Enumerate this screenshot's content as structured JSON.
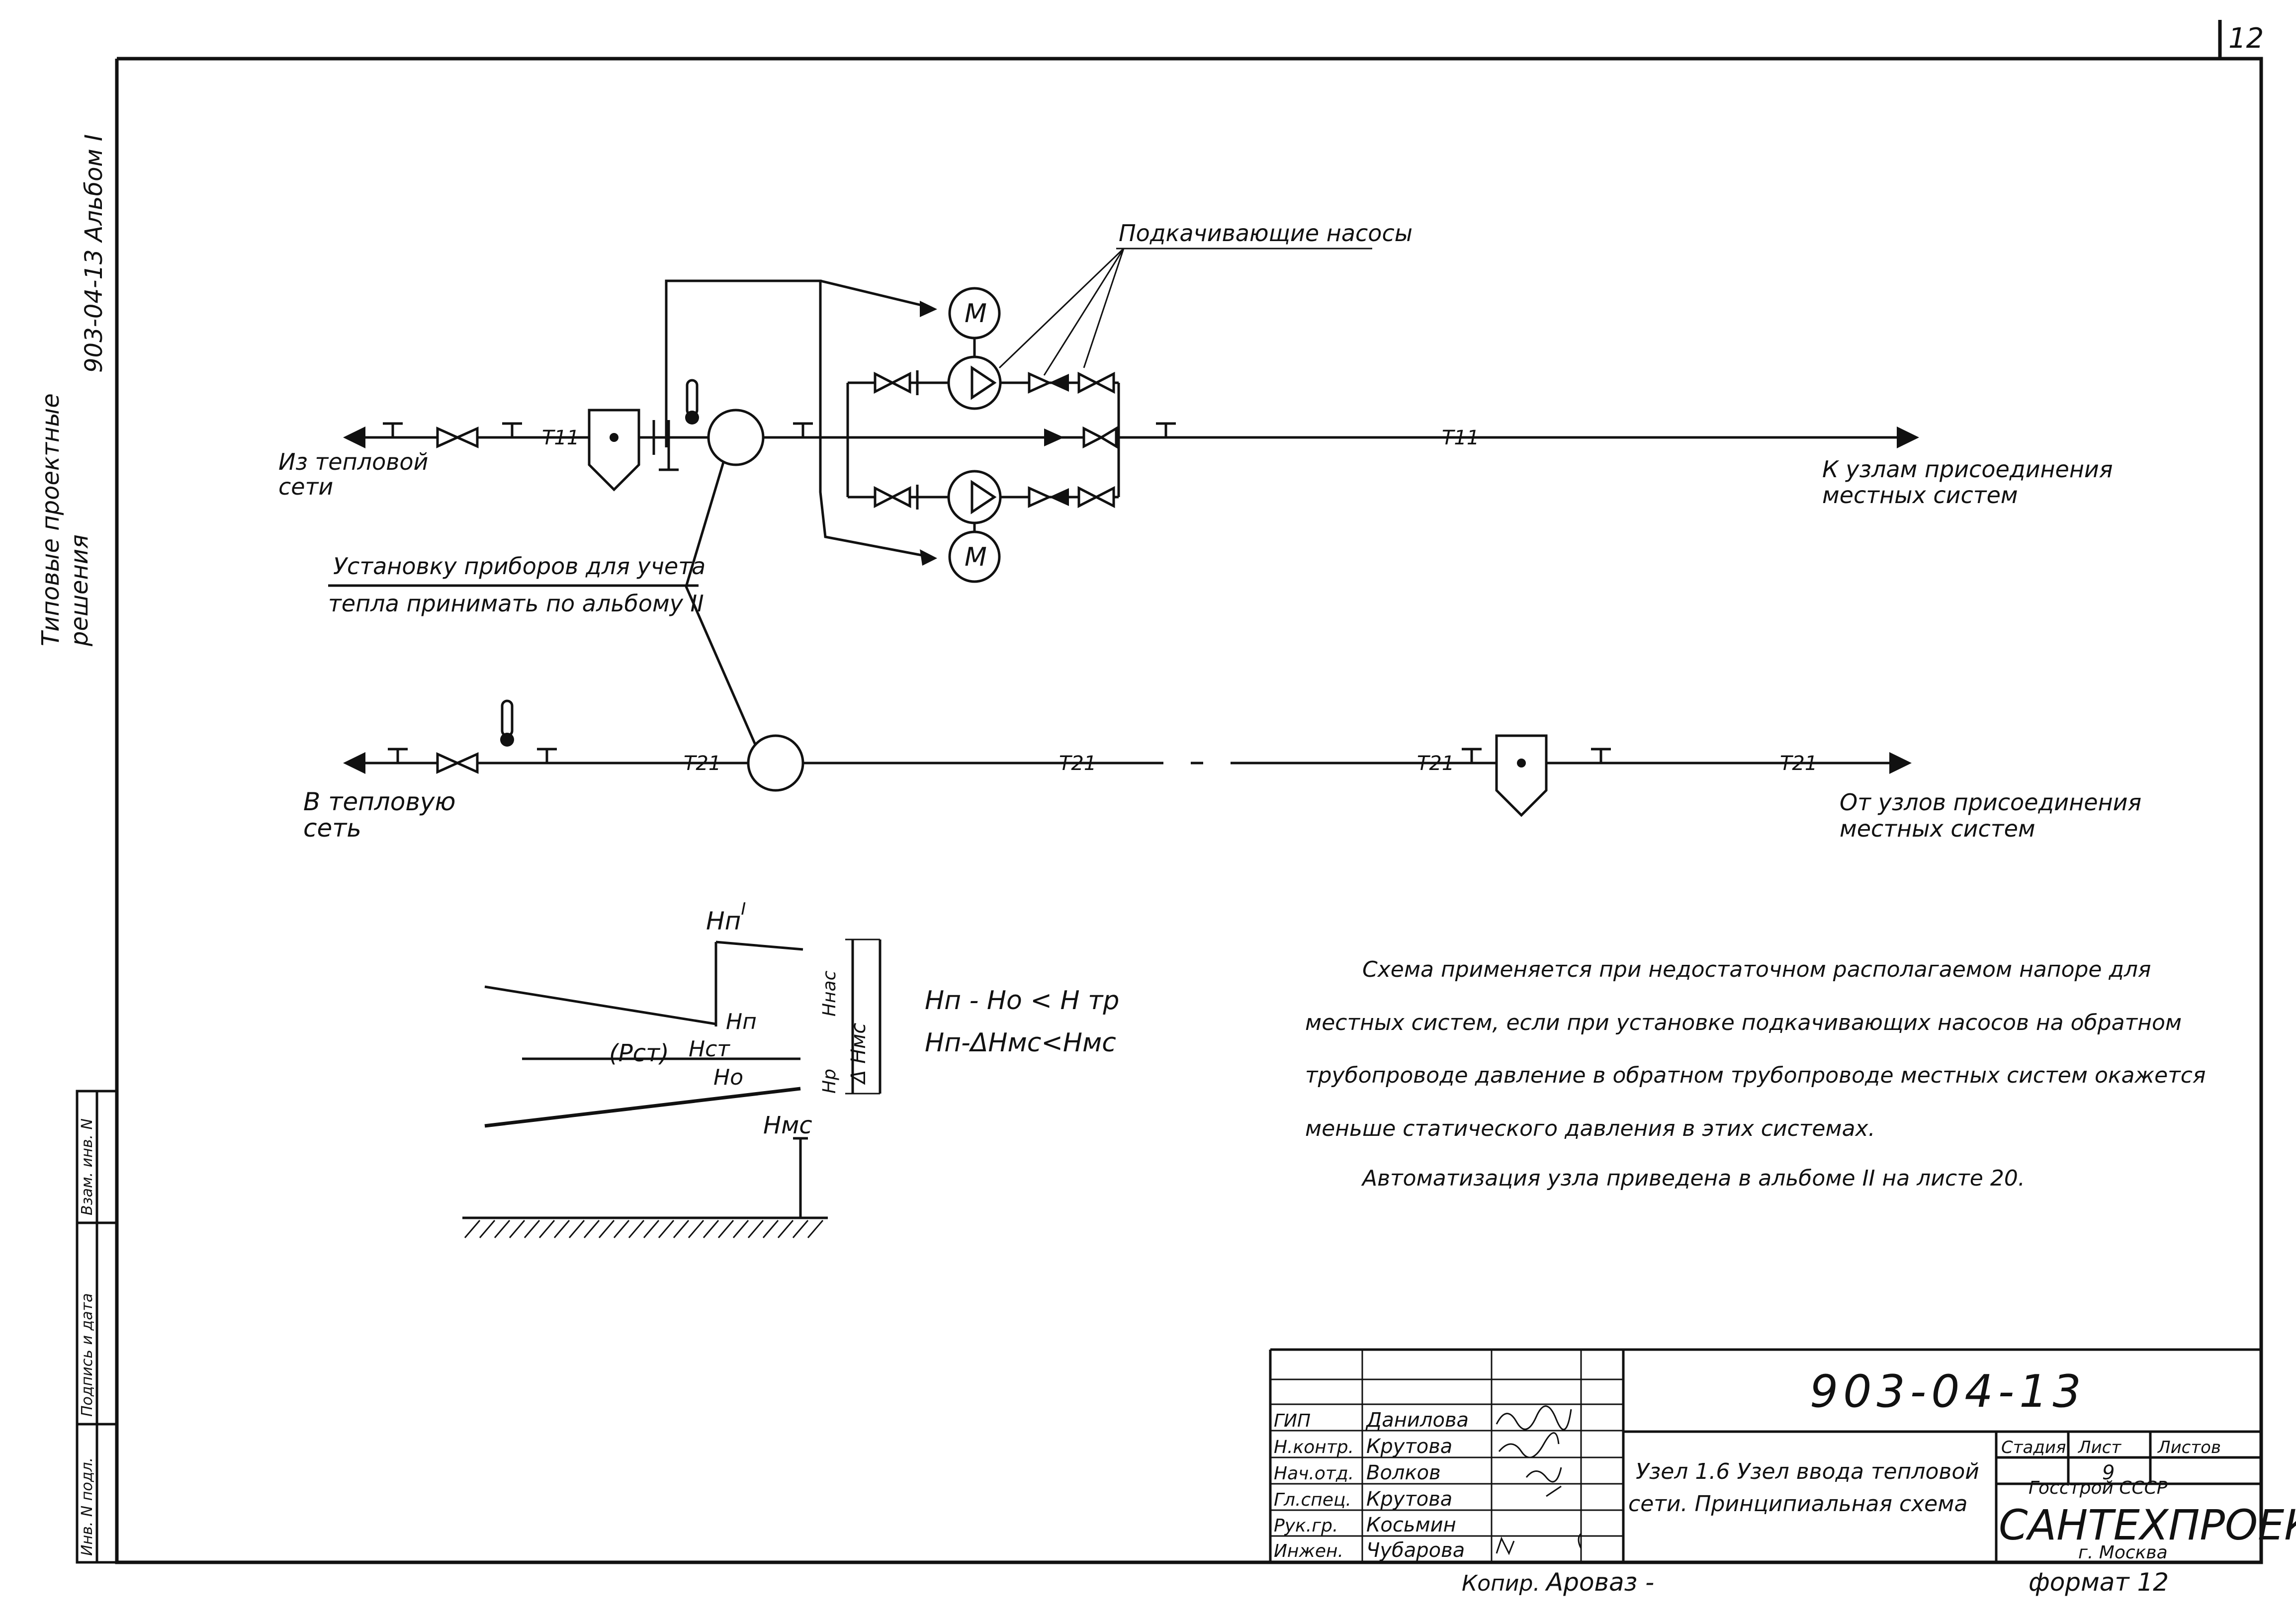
{
  "sheet": {
    "page_number": "12",
    "format": "формат 12",
    "copied_by": "Копир.",
    "copier_signature": "Ароваз -"
  },
  "side_labels": {
    "series_label_1": "Типовые проектные",
    "series_label_2": "решения",
    "album_ref": "903-04-13 Альбом I",
    "stamp_inv_podl": "Инв. N подл.",
    "stamp_podpis_data": "Подпись и дата",
    "stamp_vzam_inv": "Взам. инв. N"
  },
  "diagram": {
    "pumps_label": "Подкачивающие насосы",
    "motor_symbol": "М",
    "from_network_1": "Из тепловой",
    "from_network_2": "сети",
    "to_local_systems_1": "К узлам присоединения",
    "to_local_systems_2": "местных систем",
    "meter_note_1": "Установку приборов для учета",
    "meter_note_2": "тепла принимать по альбому II",
    "to_network_1": "В тепловую",
    "to_network_2": "сеть",
    "from_local_systems_1": "От узлов присоединения",
    "from_local_systems_2": "местных систем",
    "supply_pipe": "Т11",
    "return_pipe": "Т21"
  },
  "pressure_graph": {
    "h_p_prime": "Hп",
    "h_p_prime_sup": "I",
    "h_p": "Hп",
    "h_st": "Hст",
    "h_o": "Hо",
    "p_st": "(Рст)",
    "h_nas": "Hнас",
    "delta_h_mc": "Δ Hмс",
    "h_r": "Hр",
    "h_mc": "Hмс",
    "formula_1": "Hп - Hо < H тр",
    "formula_2": "Hп-ΔHмс<Hмс"
  },
  "note": {
    "line_1": "Схема применяется при недостаточном располагаемом напоре для",
    "line_2": "местных систем, если при установке подкачивающих насосов на обратном",
    "line_3": "трубопроводе давление в обратном трубопроводе местных систем окажется",
    "line_4": "меньше статического давления в этих системах.",
    "line_5": "Автоматизация узла приведена в альбоме II на листе 20."
  },
  "title_block": {
    "doc_code": "903-04-13",
    "roles": [
      "ГИП",
      "Н.контр.",
      "Нач.отд.",
      "Гл.спец.",
      "Рук.гр.",
      "Инжен."
    ],
    "names": [
      "Данилова",
      "Крутова",
      "Волков",
      "Крутова",
      "Косьмин",
      "Чубарова"
    ],
    "sheet_title_1": "Узел 1.6 Узел ввода тепловой",
    "sheet_title_2": "сети. Принципиальная схема",
    "stage_header": "Стадия",
    "sheet_header": "Лист",
    "sheets_header": "Листов",
    "sheet_no": "9",
    "org_1": "Госстрой СССР",
    "org_2": "САНТЕХПРОЕКТ",
    "org_3": "г. Москва"
  }
}
